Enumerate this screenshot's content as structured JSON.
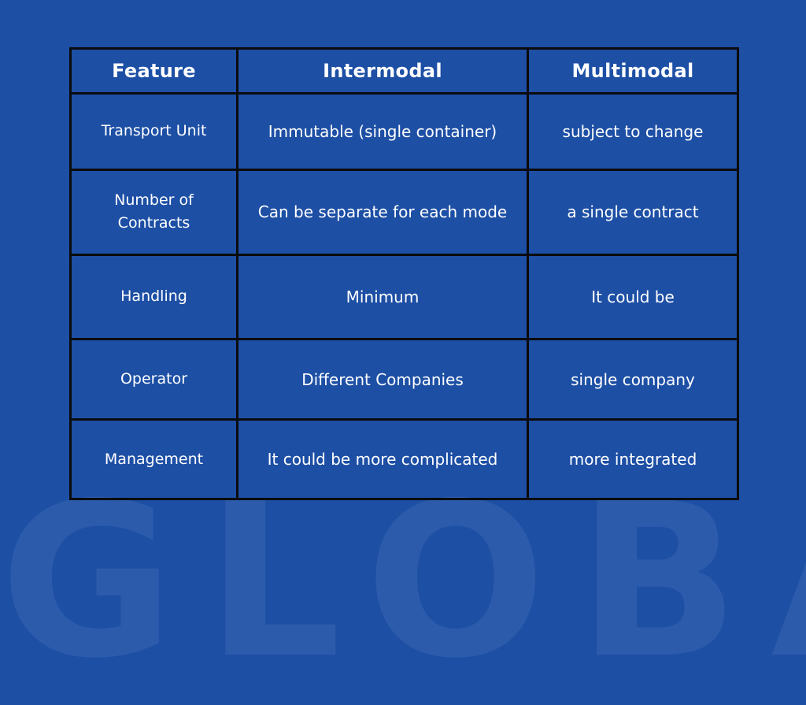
{
  "watermark": "GLOBAL",
  "table": {
    "headers": [
      "Feature",
      "Intermodal",
      "Multimodal"
    ],
    "rows": [
      [
        "Transport Unit",
        "Immutable (single container)",
        "subject to change"
      ],
      [
        "Number of Contracts",
        "Can be separate for each mode",
        "a single contract"
      ],
      [
        "Handling",
        "Minimum",
        "It could be"
      ],
      [
        "Operator",
        "Different Companies",
        "single company"
      ],
      [
        "Management",
        "It could be more complicated",
        "more integrated"
      ]
    ]
  },
  "colors": {
    "background": "#1d4fa5",
    "border": "#0b0b0b",
    "text": "#ffffff"
  }
}
